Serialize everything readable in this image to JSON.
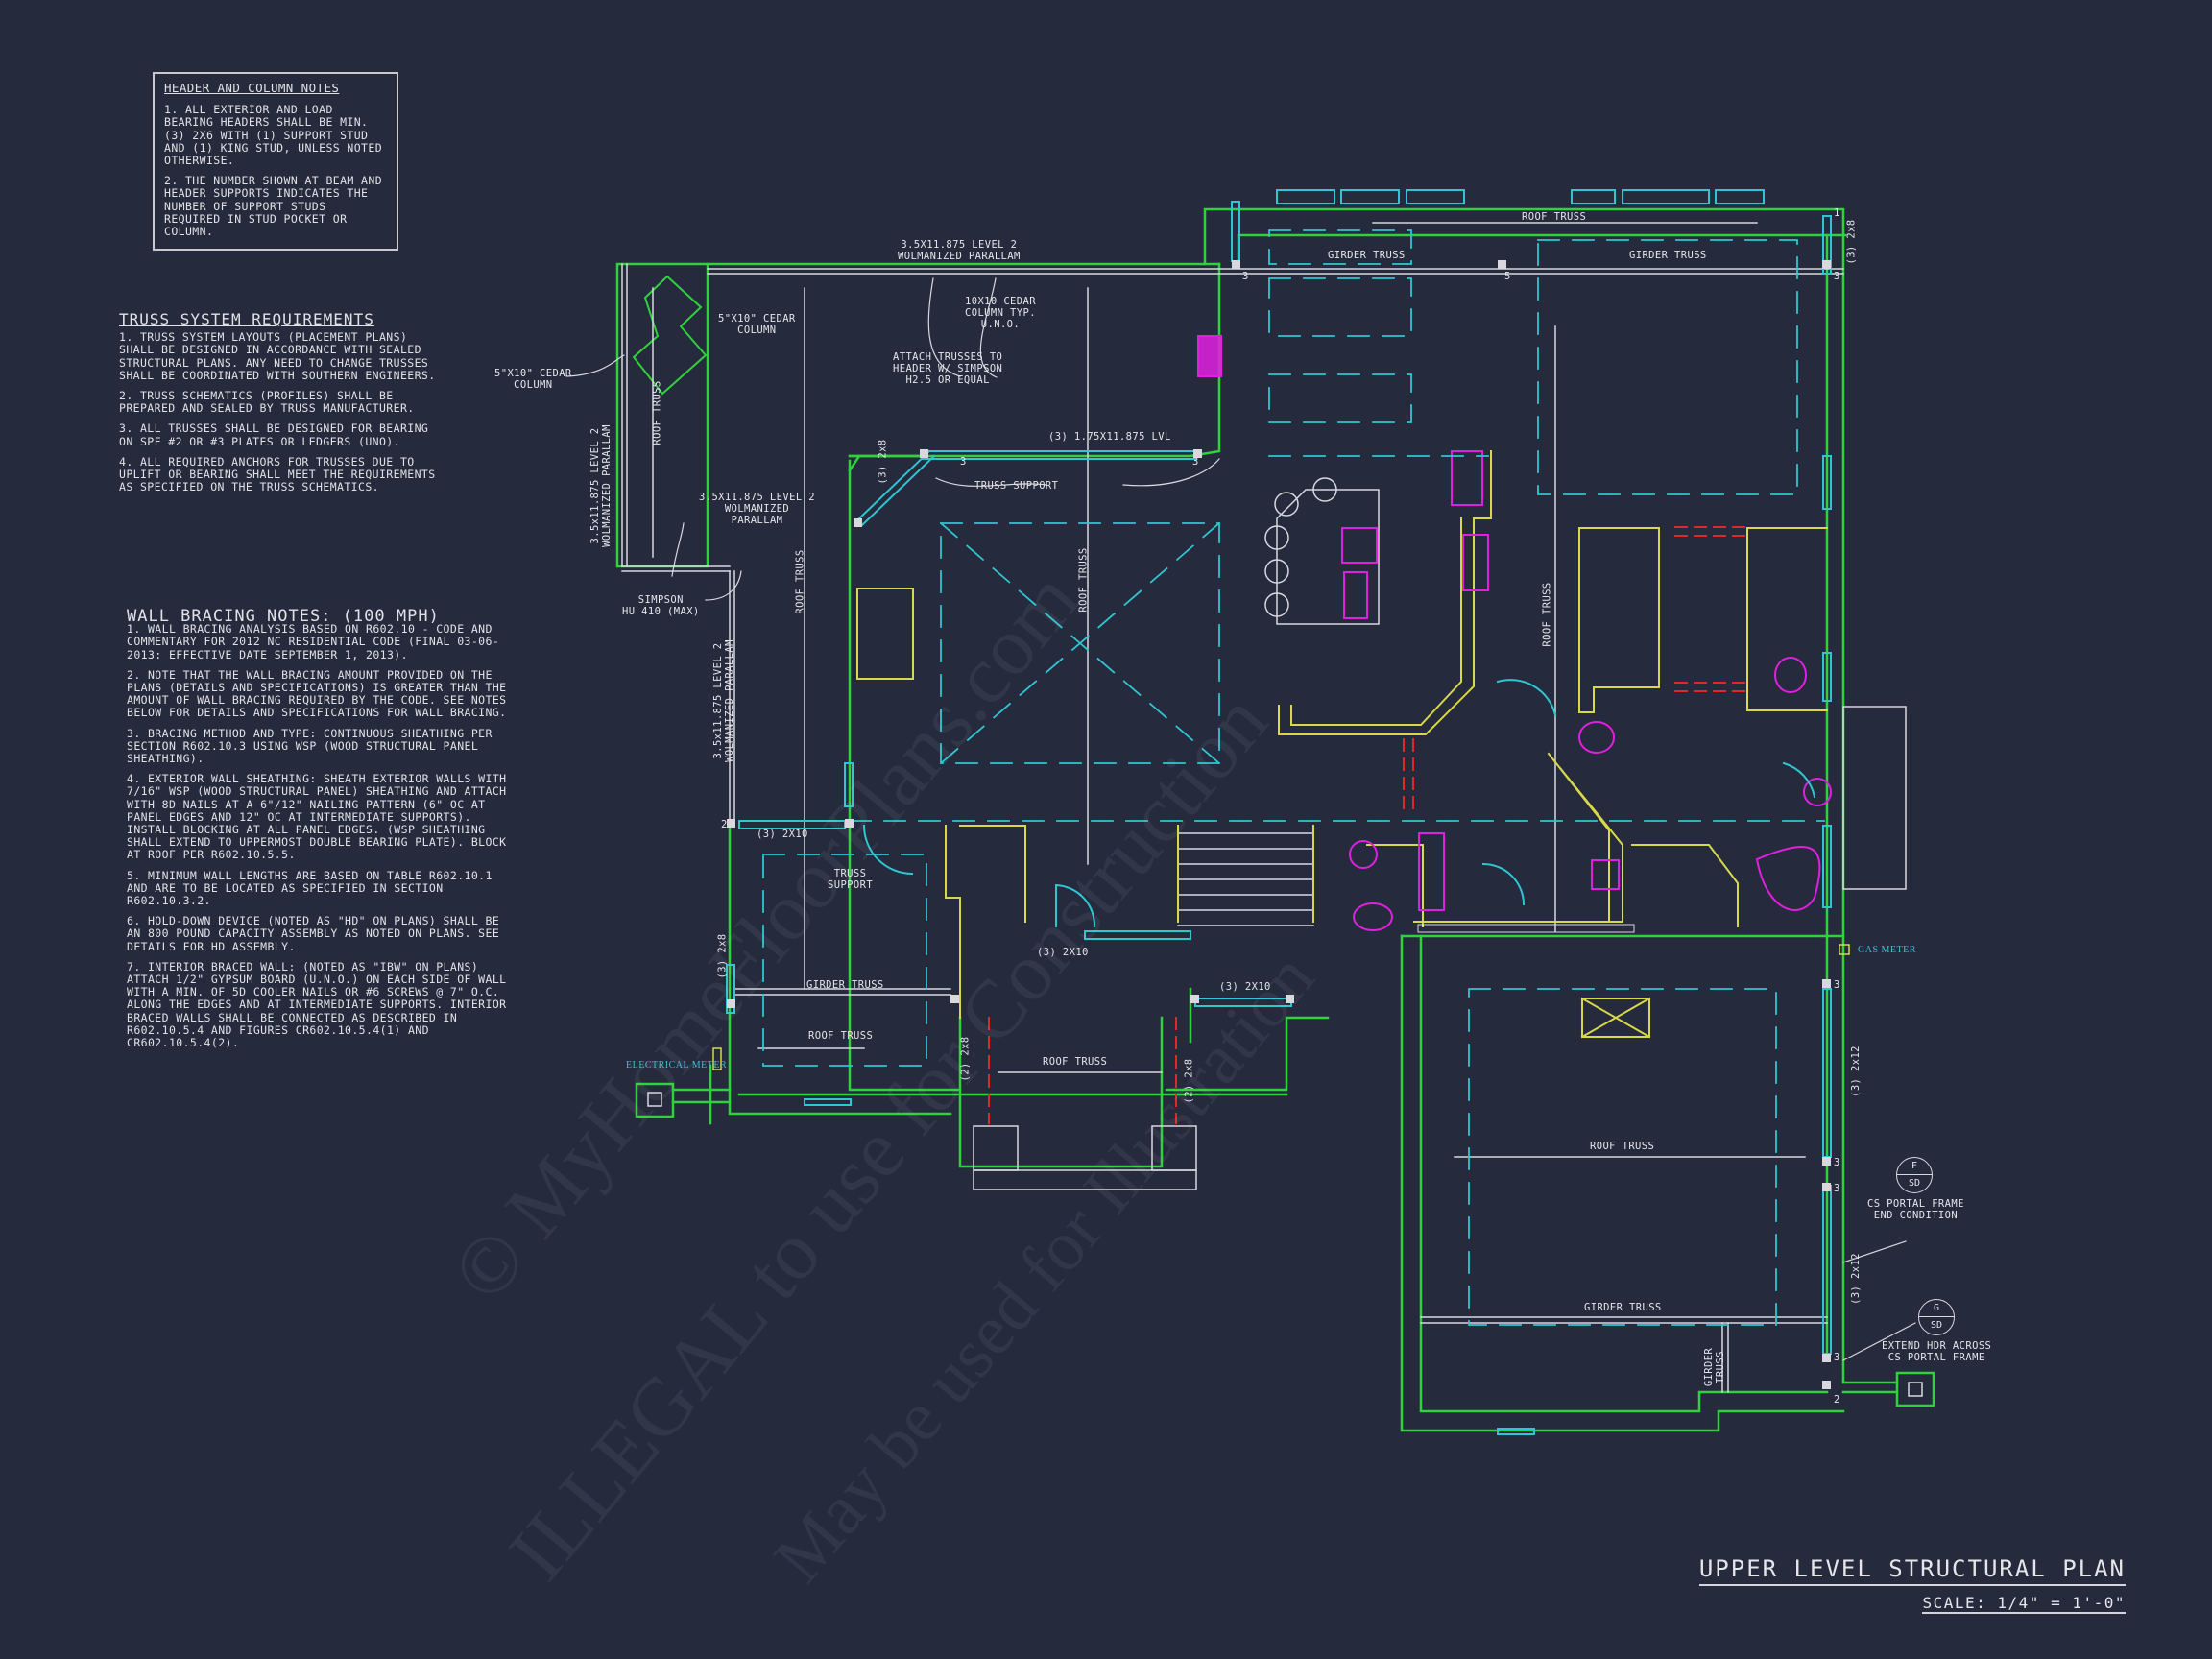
{
  "header_column_notes": {
    "title": "HEADER AND COLUMN NOTES",
    "items": [
      "1. ALL EXTERIOR AND LOAD BEARING HEADERS SHALL BE MIN. (3) 2x6 WITH (1) SUPPORT STUD AND (1) KING STUD, UNLESS NOTED OTHERWISE.",
      "2. THE NUMBER SHOWN AT BEAM AND HEADER SUPPORTS INDICATES THE NUMBER OF SUPPORT STUDS REQUIRED IN STUD POCKET OR COLUMN."
    ]
  },
  "truss_requirements": {
    "title": "TRUSS SYSTEM REQUIREMENTS",
    "items": [
      "1. TRUSS SYSTEM LAYOUTS (PLACEMENT PLANS) SHALL BE DESIGNED IN ACCORDANCE WITH SEALED STRUCTURAL PLANS. ANY NEED TO CHANGE TRUSSES SHALL BE COORDINATED WITH SOUTHERN ENGINEERS.",
      "2. TRUSS SCHEMATICS (PROFILES) SHALL BE PREPARED AND SEALED BY TRUSS MANUFACTURER.",
      "3. ALL TRUSSES SHALL BE DESIGNED FOR BEARING ON SPF #2 OR #3 PLATES OR LEDGERS (UNO).",
      "4. ALL REQUIRED ANCHORS FOR TRUSSES DUE TO UPLIFT OR BEARING SHALL MEET THE REQUIREMENTS AS SPECIFIED ON THE TRUSS SCHEMATICS."
    ]
  },
  "wall_bracing": {
    "title": "WALL BRACING NOTES: (100 MPH)",
    "items": [
      "1. WALL BRACING ANALYSIS BASED ON R602.10 - CODE AND COMMENTARY FOR 2012 NC RESIDENTIAL CODE (FINAL 03-06-2013: EFFECTIVE DATE SEPTEMBER 1, 2013).",
      "2. NOTE THAT THE WALL BRACING AMOUNT PROVIDED ON THE PLANS (DETAILS AND SPECIFICATIONS) IS GREATER THAN THE AMOUNT OF WALL BRACING REQUIRED BY THE CODE. SEE NOTES BELOW FOR DETAILS AND SPECIFICATIONS FOR WALL BRACING.",
      "3. BRACING METHOD AND TYPE: CONTINUOUS SHEATHING PER SECTION R602.10.3 USING WSP (WOOD STRUCTURAL PANEL SHEATHING).",
      "4. EXTERIOR WALL SHEATHING: SHEATH EXTERIOR WALLS WITH 7/16\" WSP (WOOD STRUCTURAL PANEL) SHEATHING AND ATTACH WITH 8d NAILS AT A 6\"/12\" NAILING PATTERN (6\" OC AT PANEL EDGES AND 12\" OC AT INTERMEDIATE SUPPORTS). INSTALL BLOCKING AT ALL PANEL EDGES. (WSP SHEATHING SHALL EXTEND TO UPPERMOST DOUBLE BEARING PLATE). BLOCK AT ROOF PER R602.10.5.5.",
      "5. MINIMUM WALL LENGTHS ARE BASED ON TABLE R602.10.1 AND ARE TO BE LOCATED AS SPECIFIED IN SECTION R602.10.3.2.",
      "6. HOLD-DOWN DEVICE (NOTED AS \"HD\" ON PLANS) SHALL BE AN 800 POUND CAPACITY ASSEMBLY AS NOTED ON PLANS. SEE DETAILS FOR HD ASSEMBLY.",
      "7. INTERIOR BRACED WALL: (NOTED AS \"IBW\" ON PLANS) ATTACH 1/2\" GYPSUM BOARD (U.N.O.) ON EACH SIDE OF WALL WITH A MIN. OF 5d COOLER NAILS OR #6 SCREWS @ 7\" O.C. ALONG THE EDGES AND AT INTERMEDIATE SUPPORTS. INTERIOR BRACED WALLS SHALL BE CONNECTED AS DESCRIBED IN R602.10.5.4 AND FIGURES CR602.10.5.4(1) AND CR602.10.5.4(2)."
    ]
  },
  "plan_labels": {
    "parallam_top": "3.5x11.875 LEVEL 2\nWOLMANIZED PARALLAM",
    "cedar_col_a": "5\"x10\" CEDAR\nCOLUMN",
    "cedar_col_b": "5\"x10\" CEDAR\nCOLUMN",
    "cedar_10x10": "10x10 CEDAR\nCOLUMN TYP.\nU.N.O.",
    "attach_trusses": "ATTACH TRUSSES TO\nHEADER W/ SIMPSON\nH2.5 OR EQUAL",
    "parallam_left_v": "3.5x11.875 LEVEL 2\nWOLMANIZED PARALLAM",
    "parallam_mid": "3.5x11.875 LEVEL 2\nWOLMANIZED\nPARALLAM",
    "simpson": "SIMPSON\nHU 410 (MAX)",
    "parallam_lower_v": "3.5x11.875 LEVEL 2\nWOLMANIZED PARALLAM",
    "lvl": "(3) 1.75x11.875 LVL",
    "truss_support_a": "TRUSS SUPPORT",
    "truss_support_b": "TRUSS\nSUPPORT",
    "roof_truss": "ROOF TRUSS",
    "girder_truss": "GIRDER TRUSS",
    "girder_truss_v": "GIRDER\nTRUSS",
    "h_3_2x8": "(3) 2x8",
    "h_3_2x10": "(3) 2x10",
    "h_2_2x8": "(2) 2x8",
    "h_3_2x12": "(3) 2x12",
    "electrical_meter": "ELECTRICAL METER",
    "gas_meter": "GAS METER",
    "detail_f_top": "F",
    "detail_f_bot": "SD",
    "detail_f_label": "CS PORTAL FRAME\nEND CONDITION",
    "detail_g_top": "G",
    "detail_g_bot": "SD",
    "detail_g_label": "EXTEND HDR ACROSS\nCS PORTAL FRAME",
    "stud_counts": [
      "1",
      "2",
      "3",
      "5"
    ]
  },
  "plan_title": {
    "title": "UPPER LEVEL STRUCTURAL PLAN",
    "scale": "SCALE: 1/4\" = 1'-0\""
  },
  "watermark": {
    "line1": "© MyHomeFloorPlans.com",
    "line2": "ILLEGAL to use for Construction",
    "line3": "May be used for Illustration"
  },
  "colors": {
    "background": "#252a3d",
    "wall_green": "#2fd23a",
    "cyan": "#2fc6d2",
    "yellow": "#d8d84a",
    "magenta": "#e020e0",
    "white_line": "#d8d8de",
    "red_dash": "#e02828"
  }
}
